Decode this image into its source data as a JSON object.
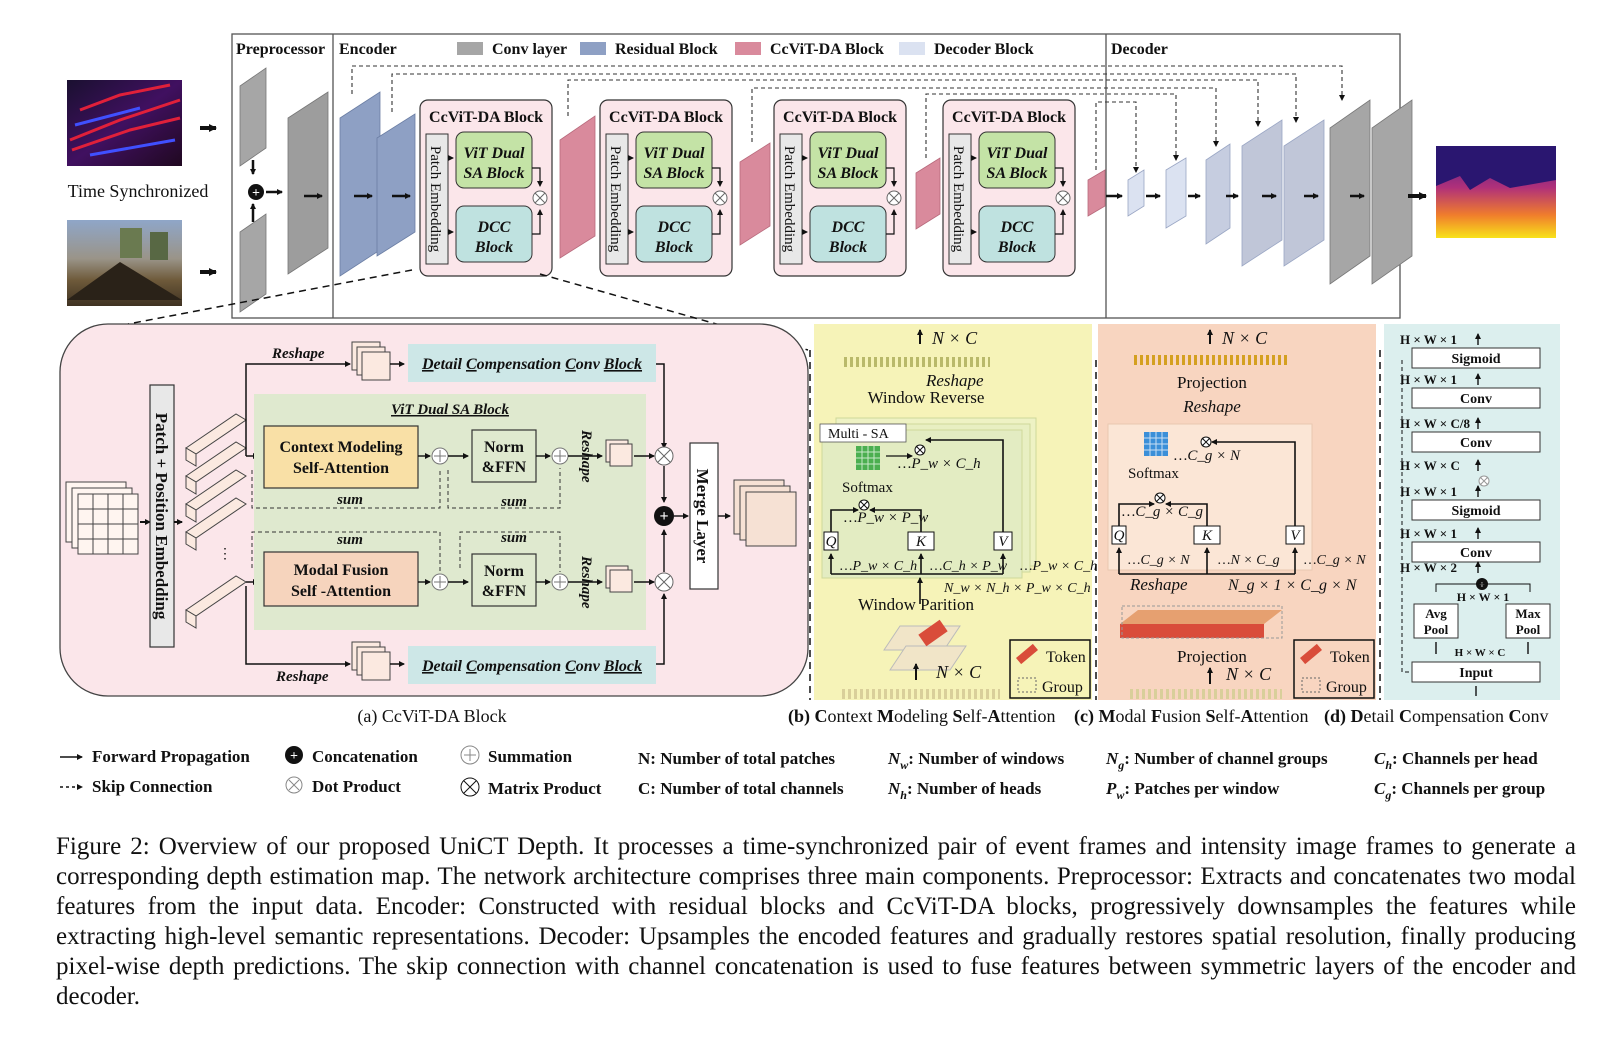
{
  "legend_top": {
    "conv": "Conv layer",
    "residual": "Residual Block",
    "ccvit": "CcViT-DA Block",
    "decoder": "Decoder Block",
    "colors": {
      "conv": "#a6a6a6",
      "residual": "#8ea0c4",
      "ccvit": "#d98a9c",
      "decoder": "#dbe2f1"
    }
  },
  "sections": {
    "preprocessor": "Preprocessor",
    "encoder": "Encoder",
    "decoder": "Decoder",
    "time_sync": "Time Synchronized"
  },
  "ccvit_block": {
    "title": "CcViT-DA Block",
    "patch": "Patch Embedding",
    "vit1": "ViT Dual",
    "vit2": "SA Block",
    "dcc1": "DCC",
    "dcc2": "Block"
  },
  "panel_a": {
    "caption": "(a) CcViT-DA Block",
    "patch_pos": "Patch + Position Embedding",
    "reshape": "Reshape",
    "dcc_block": {
      "d": "D",
      "d_rest": "etail ",
      "c1": "C",
      "c1_rest": "ompensation ",
      "c2": "C",
      "c2_rest": "onv ",
      "b": "Block"
    },
    "vit_title": "ViT Dual SA Block",
    "cm1": "Context Modeling",
    "cm2": "Self-Attention",
    "mf1": "Modal Fusion",
    "mf2": "Self -Attention",
    "norm1": "Norm",
    "norm2": "&FFN",
    "sum": "sum",
    "merge": "Merge Layer",
    "dots": "⋮"
  },
  "panel_b": {
    "cap_label": "(b) ",
    "cap": [
      [
        "C",
        "ontext "
      ],
      [
        "M",
        "odeling "
      ],
      [
        "S",
        "elf-"
      ],
      [
        "A",
        "ttention"
      ]
    ],
    "top_dim": "N × C",
    "reshape": "Reshape",
    "window_reverse": "Window Reverse",
    "multi_sa": "Multi - SA",
    "softmax": "Softmax",
    "pw_ch": "…P_w × C_h",
    "pw_pw": "…P_w × P_w",
    "q": "Q",
    "k": "K",
    "v": "V",
    "pwch_l": "…P_w × C_h",
    "chpw": "…C_h × P_w",
    "pwch_r": "…P_w × C_h",
    "nw_nh": "N_w × N_h × P_w × C_h",
    "window_partition": "Window Parition",
    "bottom_dim": "N × C",
    "token": "Token",
    "group": "Group"
  },
  "panel_c": {
    "cap_label": "(c) ",
    "cap": [
      [
        "M",
        "odal "
      ],
      [
        "F",
        "usion "
      ],
      [
        "S",
        "elf-"
      ],
      [
        "A",
        "ttention"
      ]
    ],
    "top_dim": "N × C",
    "projection": "Projection",
    "reshape": "Reshape",
    "cg_n": "…C_g × N",
    "softmax": "Softmax",
    "cg_cg": "…C_g × C_g",
    "q": "Q",
    "k": "K",
    "v": "V",
    "cgn_l": "…C_g × N",
    "ncg": "…N × C_g",
    "cgn_r": "…C_g × N",
    "reshape2": "Reshape",
    "ng": "N_g × 1 × C_g × N",
    "projection2": "Projection",
    "bottom_dim": "N × C",
    "token": "Token",
    "group": "Group"
  },
  "panel_d": {
    "cap_label": "(d) ",
    "cap": [
      [
        "D",
        "etail "
      ],
      [
        "C",
        "ompensation "
      ],
      [
        "C",
        "onv"
      ]
    ],
    "rows": [
      {
        "dim": "H × W × 1",
        "box": "Sigmoid"
      },
      {
        "dim": "H × W × 1",
        "box": "Conv"
      },
      {
        "dim": "H × W × C/8",
        "box": "Conv"
      },
      {
        "dim": "H × W × C",
        "box": ""
      },
      {
        "dim": "H × W × 1",
        "box": "Sigmoid"
      },
      {
        "dim": "H × W × 1",
        "box": "Conv"
      },
      {
        "dim": "H × W × 2",
        "box": ""
      }
    ],
    "hw1": "H × W × 1",
    "avg1": "Avg",
    "avg2": "Pool",
    "max1": "Max",
    "max2": "Pool",
    "hwc": "H × W × C",
    "input": "Input"
  },
  "legend_bottom": {
    "forward": "Forward Propagation",
    "skip": "Skip Connection",
    "concat": "Concatenation",
    "dot": "Dot Product",
    "sum": "Summation",
    "matrix": "Matrix Product",
    "n": "N: Number of total patches",
    "c": "C: Number of total channels",
    "nw_sym": "N",
    "nw_sub": "w",
    "nw_txt": ": Number of windows",
    "nh_sym": "N",
    "nh_sub": "h",
    "nh_txt": ": Number of heads",
    "ng_sym": "N",
    "ng_sub": "g",
    "ng_txt": ": Number of channel groups",
    "pw_sym": "P",
    "pw_sub": "w",
    "pw_txt": ": Patches per window",
    "ch_sym": "C",
    "ch_sub": "h",
    "ch_txt": ": Channels per head",
    "cg_sym": "C",
    "cg_sub": "g",
    "cg_txt": ": Channels per group"
  },
  "caption": "Figure 2: Overview of our proposed UniCT Depth. It processes a time-synchronized pair of event frames and intensity image frames to generate a corresponding depth estimation map. The network architecture comprises three main components. Preprocessor: Extracts and concatenates two modal features from the input data. Encoder: Constructed with residual blocks and CcViT-DA blocks, progressively downsamples the features while extracting high-level semantic representations. Decoder: Upsamples the encoded features and gradually restores spatial resolution, finally producing pixel-wise depth predictions. The skip connection with channel concatenation is used to fuse features between symmetric layers of the encoder and decoder."
}
